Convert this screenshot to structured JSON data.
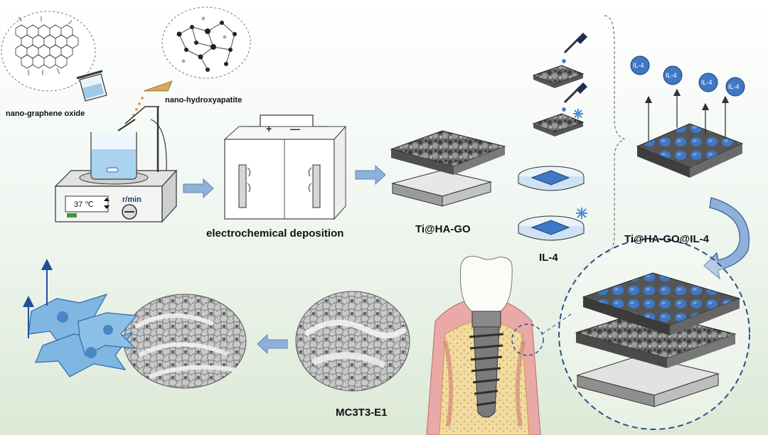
{
  "labels": {
    "nano_graphene_oxide": "nano-graphene oxide",
    "nano_hydroxyapatite": "nano-hydroxyapatite",
    "electrochemical_deposition": "electrochemical deposition",
    "ti_ha_go": "Ti@HA-GO",
    "il4": "IL-4",
    "ti_ha_go_il4": "Ti@HA-GO@IL-4",
    "mc3t3": "MC3T3-E1"
  },
  "stirrer": {
    "temperature": "37 ℃",
    "speed_unit": "r/min"
  },
  "electrode": {
    "plus": "+",
    "minus": "—"
  },
  "il4_molecules": [
    "IL-4",
    "IL-4",
    "IL-4",
    "IL-4"
  ],
  "colors": {
    "arrow_blue": "#8fb0d8",
    "il4_blue": "#3f78c4",
    "cell_blue": "#7fb6e2",
    "gum_pink": "#e9a9a6",
    "bone_yellow": "#f1dba0"
  }
}
